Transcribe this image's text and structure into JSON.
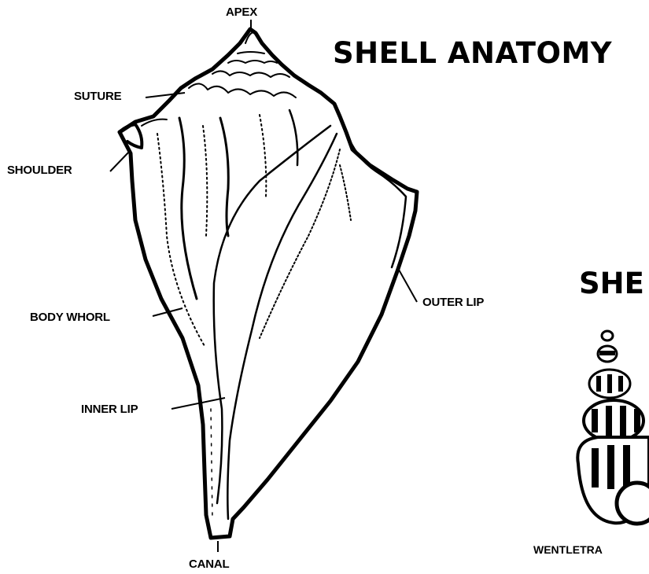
{
  "title": "SHELL ANATOMY",
  "labels": {
    "apex": "APEX",
    "suture": "SUTURE",
    "shoulder": "SHOULDER",
    "body_whorl": "BODY WHORL",
    "inner_lip": "INNER LIP",
    "outer_lip": "OUTER LIP",
    "canal": "CANAL"
  },
  "section_title_partial": "SHE",
  "example_caption_partial": "WENTLETRA",
  "icons": [
    "whelk-shell-illustration",
    "wentletrap-shell-icon"
  ],
  "colors": {
    "ink": "#000000",
    "background": "#ffffff"
  }
}
